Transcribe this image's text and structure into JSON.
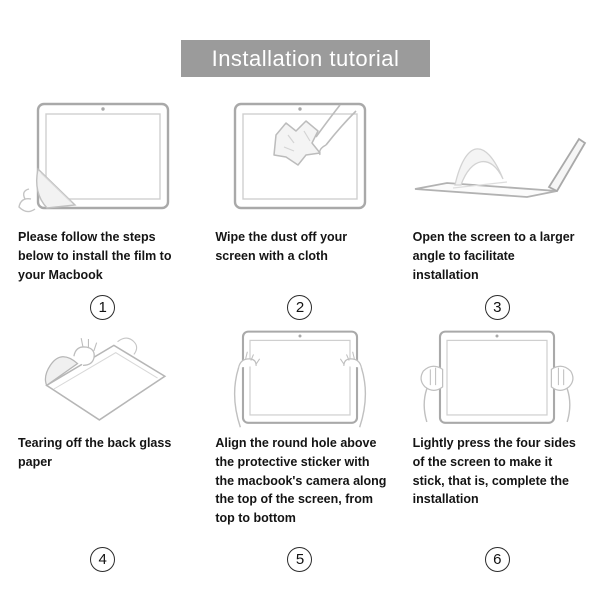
{
  "header": {
    "title": "Installation tutorial"
  },
  "steps": [
    {
      "num": "1",
      "icon": "macbook-screen-film-peel-icon",
      "caption": "Please follow the steps below to install the film to your Macbook"
    },
    {
      "num": "2",
      "icon": "wipe-cloth-icon",
      "caption": "Wipe the dust off your screen with a cloth"
    },
    {
      "num": "3",
      "icon": "open-laptop-icon",
      "caption": "Open the screen to a larger angle to facilitate installation"
    },
    {
      "num": "4",
      "icon": "tear-back-paper-icon",
      "caption": "Tearing off the back glass paper"
    },
    {
      "num": "5",
      "icon": "align-film-icon",
      "caption": "Align the round hole above the protective sticker with the macbook's camera along the top of the screen, from top to bottom"
    },
    {
      "num": "6",
      "icon": "press-sides-icon",
      "caption": "Lightly press the four sides of the screen to make it stick, that is, complete the installation"
    }
  ],
  "colors": {
    "banner": "#9b9b9b",
    "sketch_line": "#b5b5b5",
    "text": "#141414"
  }
}
